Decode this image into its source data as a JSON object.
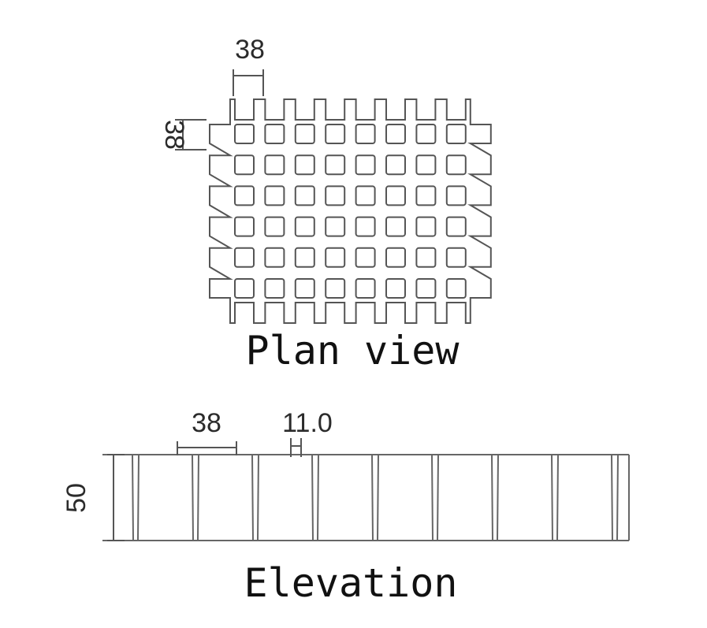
{
  "plan_view": {
    "caption": "Plan view",
    "dim_top": "38",
    "dim_left": "38",
    "columns": 8,
    "rows": 6
  },
  "elevation": {
    "caption": "Elevation",
    "dim_pitch": "38",
    "dim_thickness": "11.0",
    "dim_height": "50",
    "bays": 8
  },
  "colors": {
    "stroke": "#555555",
    "text": "#111111",
    "background": "#ffffff"
  }
}
